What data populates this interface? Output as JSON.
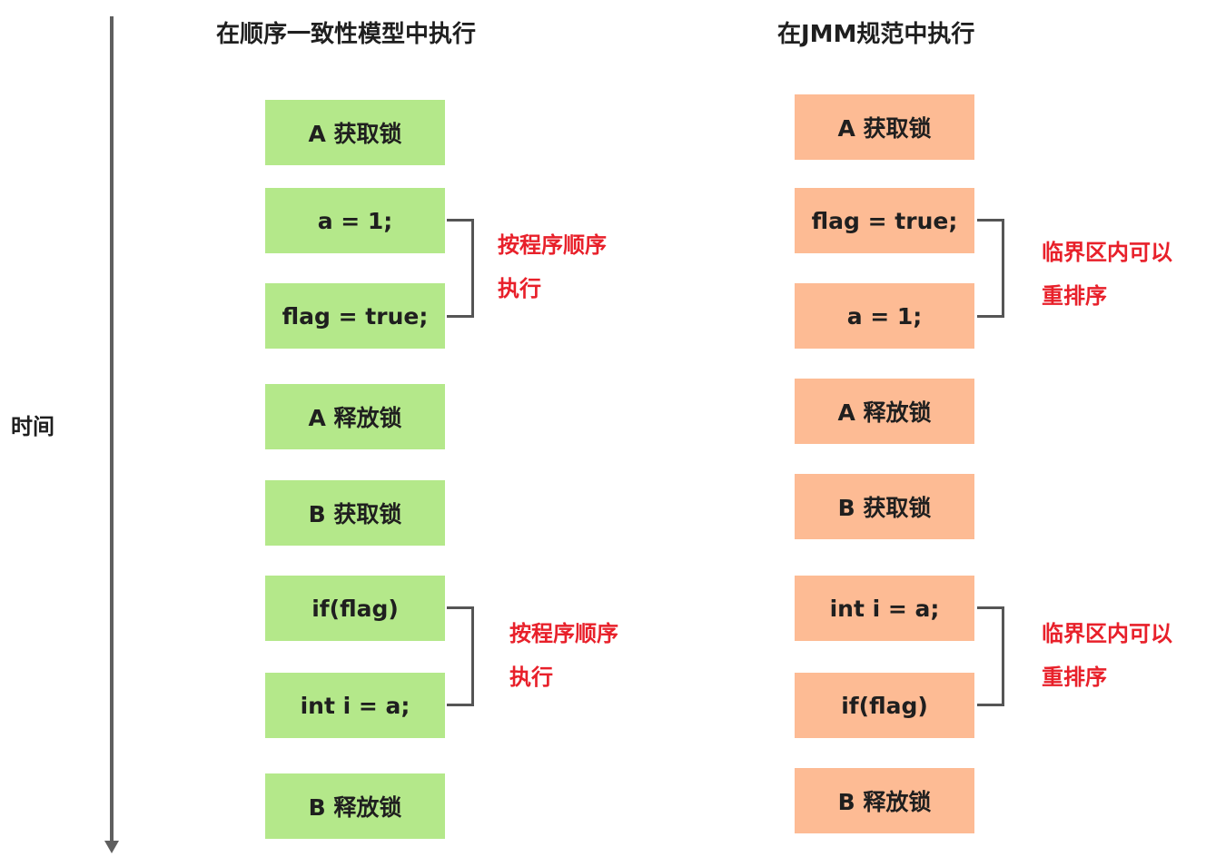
{
  "time_label": "时间",
  "left": {
    "title": "在顺序一致性模型中执行",
    "color": "#b4e88a",
    "steps": [
      "A 获取锁",
      "a = 1;",
      "flag = true;",
      "A 释放锁",
      "B 获取锁",
      "if(flag)",
      "int i = a;",
      "B 释放锁"
    ],
    "notes": [
      {
        "line1": "按程序顺序",
        "line2": "执行"
      },
      {
        "line1": "按程序顺序",
        "line2": "执行"
      }
    ]
  },
  "right": {
    "title": "在JMM规范中执行",
    "color": "#fdbb94",
    "steps": [
      "A 获取锁",
      "flag = true;",
      "a = 1;",
      "A 释放锁",
      "B 获取锁",
      "int i = a;",
      "if(flag)",
      "B 释放锁"
    ],
    "notes": [
      {
        "line1": "临界区内可以",
        "line2": "重排序"
      },
      {
        "line1": "临界区内可以",
        "line2": "重排序"
      }
    ]
  },
  "colors": {
    "note_text": "#e8202a",
    "axis": "#5f5f5f"
  }
}
